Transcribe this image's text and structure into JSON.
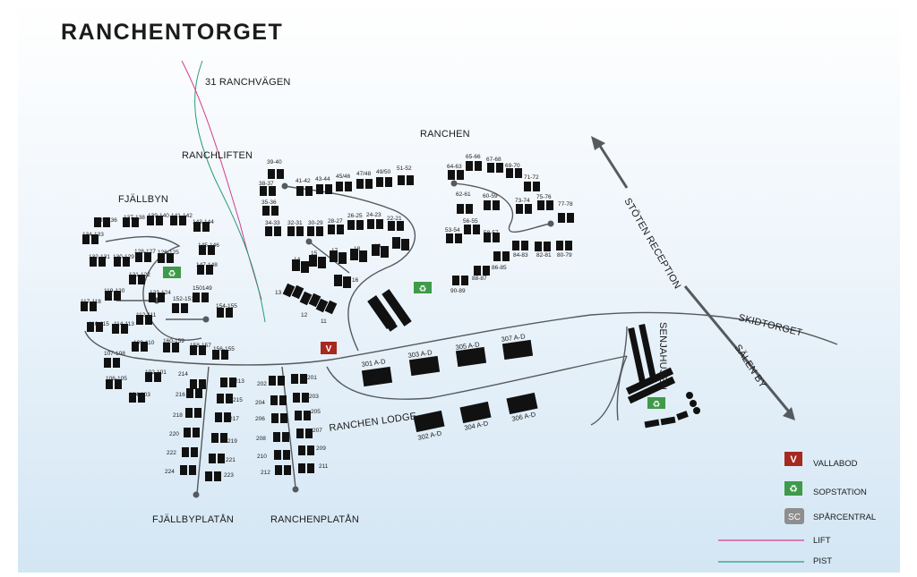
{
  "title": "RANCHENTORGET",
  "colors": {
    "background_top": "#ffffff",
    "background_bottom": "#d9eaf6",
    "side_panel": "#ffffff",
    "cabin": "#111111",
    "road": "#555a5e",
    "lift": "#d63c8e",
    "pist": "#2a9a73",
    "vallabod": "#a7281f",
    "sopstation": "#3f9a4a",
    "sparcentral": "#8e8e8e"
  },
  "places": {
    "ranchvagen": "31 RANCHVÄGEN",
    "ranchliften": "RANCHLIFTEN",
    "fjallbyn": "FJÄLLBYN",
    "ranchen": "RANCHEN",
    "stoten_reception": "STÖTEN RECEPTION",
    "skidtorget": "SKIDTORGET",
    "salen_by": "SÄLEN BY",
    "senjahusen": "SENJAHUSEN",
    "ranchen_lodge": "RANCHEN LODGE",
    "fjallbyplatan": "FJÄLLBYPLATÅN",
    "ranchenplatan": "RANCHENPLATÅN"
  },
  "markers": {
    "vallabod_letter": "V",
    "sopstation_icon": "recycle-icon",
    "sparcentral_letters": "SC"
  },
  "legend": [
    {
      "symbol": "V",
      "label": "VALLABOD"
    },
    {
      "symbol": "recycle-icon",
      "label": "SOPSTATION"
    },
    {
      "symbol": "SC",
      "label": "SPÅRCENTRAL"
    },
    {
      "symbol": "lift-line",
      "label": "LIFT"
    },
    {
      "symbol": "pist-line",
      "label": "PIST"
    }
  ],
  "cabin_labels": [
    "135-136",
    "137-138",
    "139-140",
    "141-142",
    "143-144",
    "134-133",
    "145-146",
    "132-131",
    "130-129",
    "128-127",
    "126-125",
    "147-148",
    "121-122",
    "119-120",
    "117-118",
    "123-124",
    "152-151",
    "150149",
    "154-155",
    "116-115",
    "114-113",
    "112-111",
    "109-110",
    "160-159",
    "158-157",
    "156-155",
    "107-108",
    "102-101",
    "106-105",
    "104-103",
    "39-40",
    "38-37",
    "41-42",
    "43-44",
    "45/46",
    "47/48",
    "49/50",
    "51-52",
    "35-36",
    "34-33",
    "32-31",
    "30-29",
    "28-27",
    "26-25",
    "24-23",
    "22-21",
    "20",
    "19",
    "18",
    "17",
    "16",
    "15",
    "14",
    "13",
    "12",
    "11",
    "64-63",
    "65-66",
    "67-68",
    "69-70",
    "71-72",
    "62-61",
    "60-59",
    "73-74",
    "75-76",
    "77-78",
    "56-55",
    "53-54",
    "58-57",
    "84-83",
    "82-81",
    "80-79",
    "86-85",
    "88-87",
    "90-89",
    "214",
    "213",
    "216",
    "215",
    "218",
    "217",
    "220",
    "219",
    "222",
    "221",
    "224",
    "223",
    "202",
    "201",
    "204",
    "203",
    "206",
    "205",
    "208",
    "207",
    "210",
    "209",
    "212",
    "211",
    "301 A-D",
    "303 A-D",
    "305 A-D",
    "307 A-D",
    "302 A-D",
    "304 A-D",
    "306 A-D"
  ]
}
